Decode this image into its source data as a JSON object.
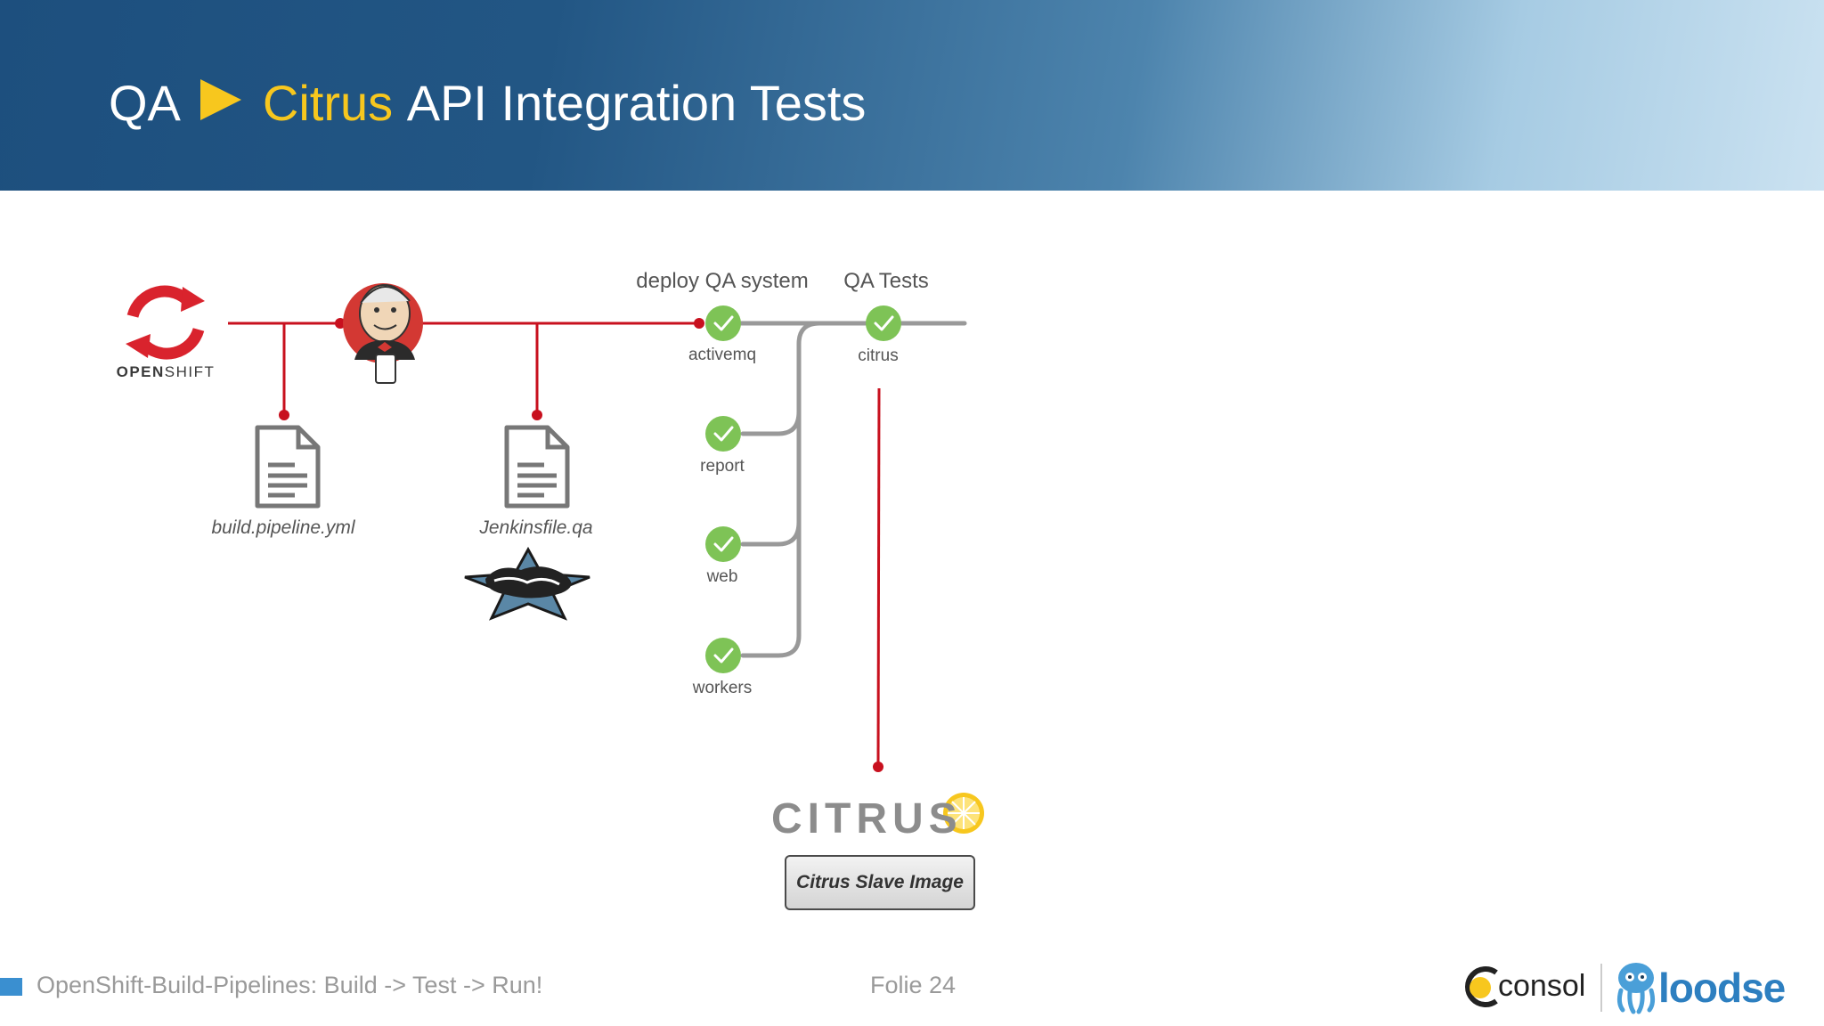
{
  "slide": {
    "title_prefix": "QA",
    "title_accent": "Citrus",
    "title_rest": "API Integration Tests"
  },
  "diagram": {
    "openshift_logo": {
      "label_bold": "OPEN",
      "label_rest": "SHIFT"
    },
    "jenkins_icon": "jenkins-butler-icon",
    "groovy_logo_icon": "groovy-star-icon",
    "files": [
      {
        "label": "build.pipeline.yml",
        "icon": "document-icon"
      },
      {
        "label": "Jenkinsfile.qa",
        "icon": "document-icon"
      }
    ],
    "stages": [
      {
        "label": "deploy QA system"
      },
      {
        "label": "QA Tests"
      }
    ],
    "jobs": [
      {
        "label": "activemq",
        "status": "success"
      },
      {
        "label": "report",
        "status": "success"
      },
      {
        "label": "web",
        "status": "success"
      },
      {
        "label": "workers",
        "status": "success"
      },
      {
        "label": "citrus",
        "status": "success"
      }
    ],
    "citrus_logo": {
      "wordmark": "CITRUS",
      "icon": "lemon-slice-icon"
    },
    "citrus_image_box": "Citrus Slave Image"
  },
  "footer": {
    "text": "OpenShift-Build-Pipelines: Build -> Test -> Run!",
    "page": "Folie 24",
    "logos": [
      {
        "text": "consol",
        "icon": "consol-c-icon"
      },
      {
        "text": "loodse",
        "icon": "octopus-icon"
      }
    ]
  },
  "colors": {
    "header_dark": "#1d4f7e",
    "accent_yellow": "#f7c71e",
    "pipeline_red": "#c8101e",
    "success_green": "#7ec356",
    "connector_gray": "#999999",
    "footer_blue": "#3a8fd0",
    "loodse_blue": "#2d7fc0"
  }
}
